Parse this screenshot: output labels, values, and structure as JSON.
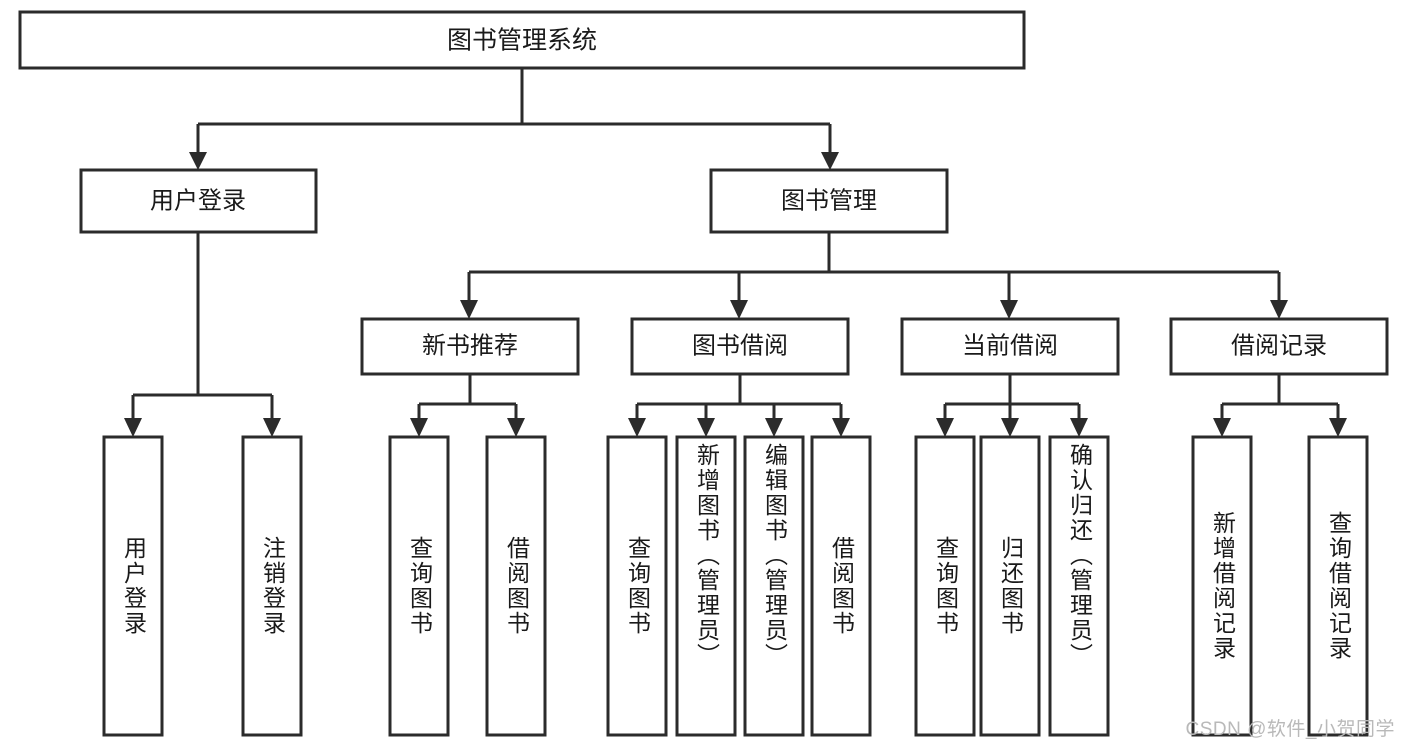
{
  "diagram": {
    "type": "hierarchy-tree",
    "title": "图书管理系统",
    "root": {
      "id": "root",
      "label": "图书管理系统"
    },
    "level2": [
      {
        "id": "user-login",
        "label": "用户登录"
      },
      {
        "id": "book-management",
        "label": "图书管理"
      }
    ],
    "level3": [
      {
        "id": "new-book-recommend",
        "label": "新书推荐",
        "parent": "book-management"
      },
      {
        "id": "book-borrow",
        "label": "图书借阅",
        "parent": "book-management"
      },
      {
        "id": "current-borrow",
        "label": "当前借阅",
        "parent": "book-management"
      },
      {
        "id": "borrow-record",
        "label": "借阅记录",
        "parent": "book-management"
      }
    ],
    "leaves": [
      {
        "id": "leaf-user-login",
        "label": "用户登录",
        "parent": "user-login"
      },
      {
        "id": "leaf-user-logout",
        "label": "注销登录",
        "parent": "user-login"
      },
      {
        "id": "leaf-query-book-1",
        "label": "查询图书",
        "parent": "new-book-recommend"
      },
      {
        "id": "leaf-borrow-book-1",
        "label": "借阅图书",
        "parent": "new-book-recommend"
      },
      {
        "id": "leaf-query-book-2",
        "label": "查询图书",
        "parent": "book-borrow"
      },
      {
        "id": "leaf-add-book",
        "label": "新增图书（管理员）",
        "parent": "book-borrow"
      },
      {
        "id": "leaf-edit-book",
        "label": "编辑图书（管理员）",
        "parent": "book-borrow"
      },
      {
        "id": "leaf-borrow-book-2",
        "label": "借阅图书",
        "parent": "book-borrow"
      },
      {
        "id": "leaf-query-book-3",
        "label": "查询图书",
        "parent": "current-borrow"
      },
      {
        "id": "leaf-return-book",
        "label": "归还图书",
        "parent": "current-borrow"
      },
      {
        "id": "leaf-confirm-return",
        "label": "确认归还（管理员）",
        "parent": "current-borrow"
      },
      {
        "id": "leaf-add-record",
        "label": "新增借阅记录",
        "parent": "borrow-record"
      },
      {
        "id": "leaf-query-record",
        "label": "查询借阅记录",
        "parent": "borrow-record"
      }
    ],
    "colors": {
      "stroke": "#2b2b2b",
      "fill": "#ffffff",
      "text": "#1a1a1a",
      "watermark": "#b9b9b9"
    }
  },
  "watermark": {
    "text": "CSDN @软件_小贺同学"
  }
}
